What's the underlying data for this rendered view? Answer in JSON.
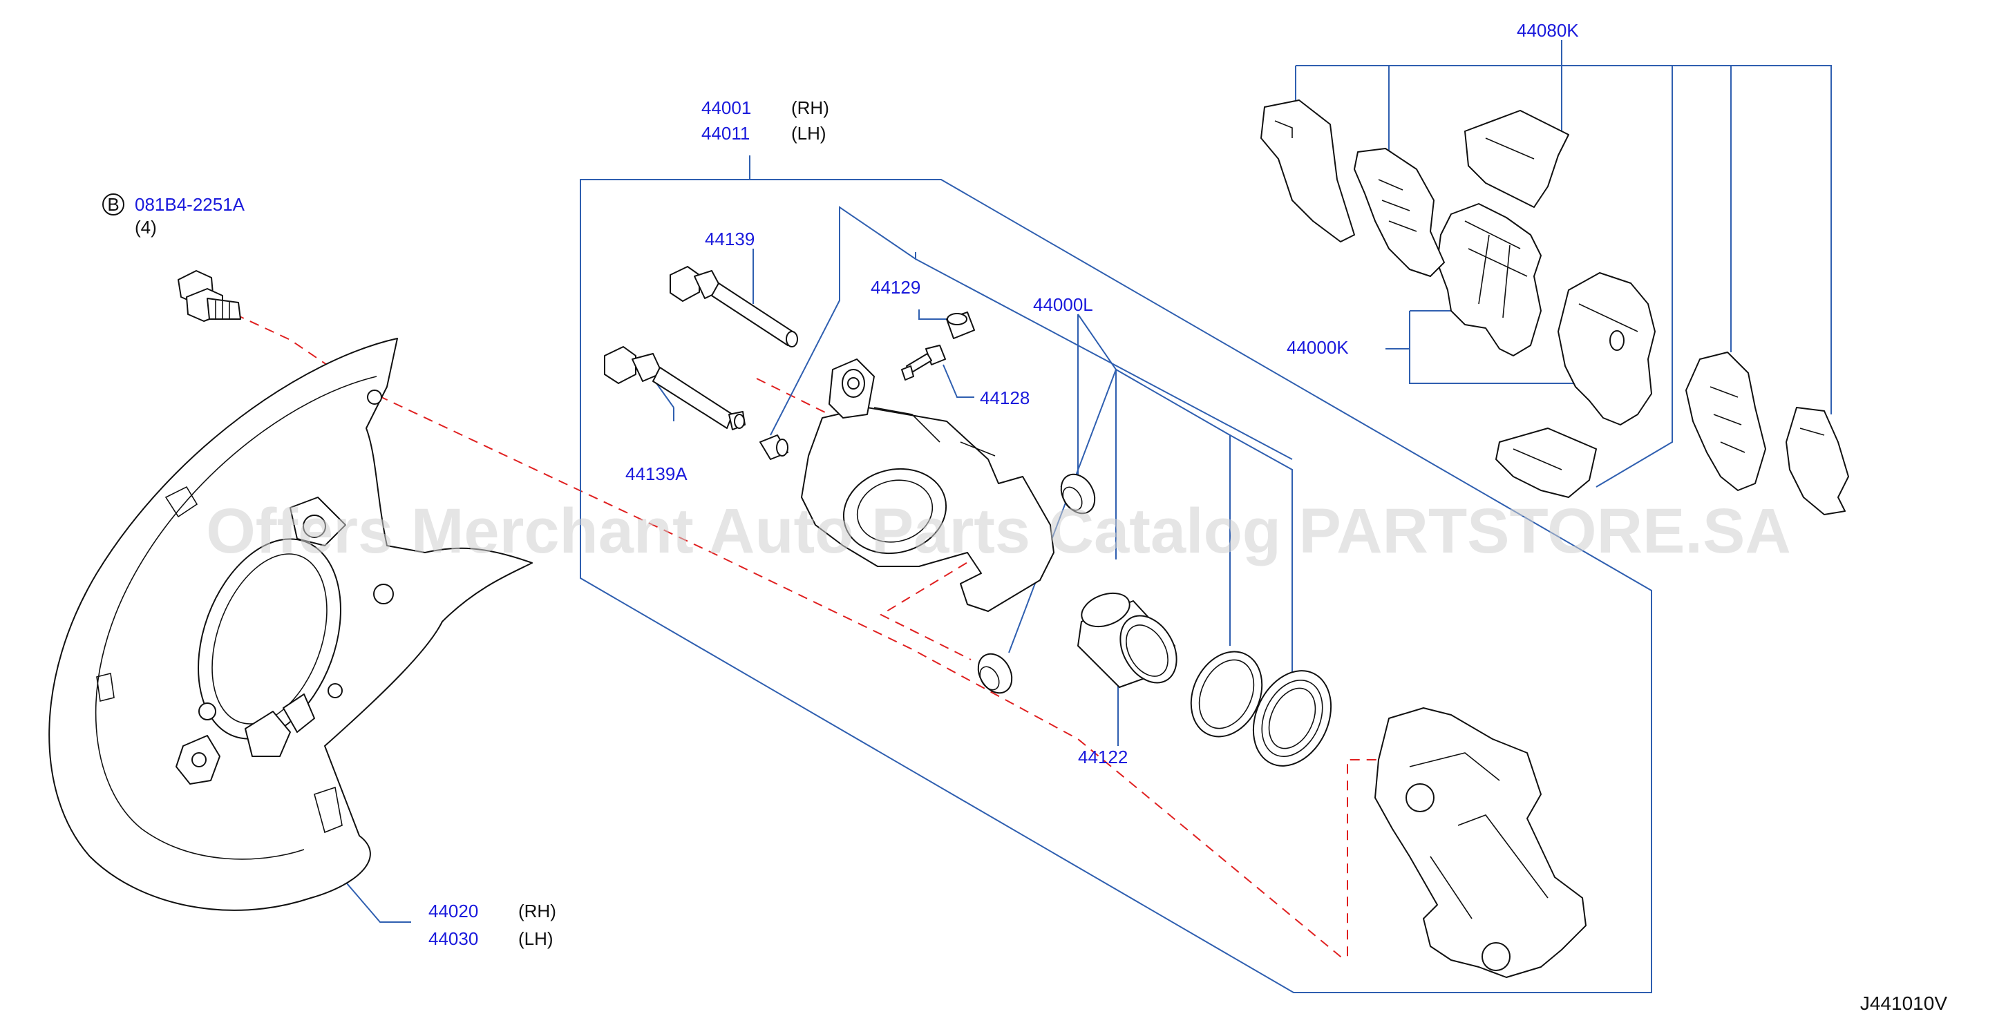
{
  "diagram": {
    "labels": {
      "bolt_part": "081B4-2251A",
      "bolt_qty": "(4)",
      "bolt_circle": "B",
      "caliper_rh": "44001",
      "caliper_rh_side": "(RH)",
      "caliper_lh": "44011",
      "caliper_lh_side": "(LH)",
      "pin_bolt": "44139",
      "pin_bolt_a": "44139A",
      "bleeder_cap": "44129",
      "bleeder_screw": "44128",
      "seal_kit": "44000L",
      "piston": "44122",
      "pad_kit": "44000K",
      "hardware_kit": "44080K",
      "plate_rh": "44020",
      "plate_rh_side": "(RH)",
      "plate_lh": "44030",
      "plate_lh_side": "(LH)"
    },
    "watermark": "Offers Merchant Auto Parts Catalog PARTSTORE.SA",
    "figure_code": "J441010V"
  },
  "colors": {
    "label": "#1a1adc",
    "leader": "#2f5fb0",
    "guide_dash": "#e02020",
    "outline": "#111111"
  }
}
